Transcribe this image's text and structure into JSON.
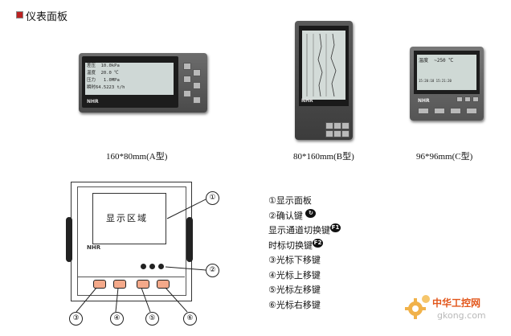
{
  "header": {
    "title": "仪表面板"
  },
  "devices": [
    {
      "caption": "160*80mm(A型)",
      "lcd_rows": [
        "差压  10.0kPa",
        "温度  20.0 ℃",
        "压力   1.0MPa",
        "瞬时64.5223 t/h"
      ],
      "logo": "NHR"
    },
    {
      "caption": "80*160mm(B型)",
      "logo": "NHR"
    },
    {
      "caption": "96*96mm(C型)",
      "lcd_title": "温度  ~250 ℃",
      "lcd_sub": "15:20:18 15:21:20",
      "logo": "NHR"
    }
  ],
  "diagram": {
    "display_label": "显示区域",
    "logo": "NHR",
    "callouts": [
      "①",
      "②",
      "③",
      "④",
      "⑤",
      "⑥"
    ]
  },
  "legend": {
    "items": [
      "①显示面板",
      "②确认键",
      "显示通道切换键",
      "时标切换键",
      "③光标下移键",
      "④光标上移键",
      "⑤光标左移键",
      "⑥光标右移键"
    ],
    "key_icons": {
      "confirm": "↻",
      "f1": "F1",
      "f2": "F2"
    }
  },
  "watermark": {
    "name": "中华工控网",
    "url": "gkong.com"
  }
}
